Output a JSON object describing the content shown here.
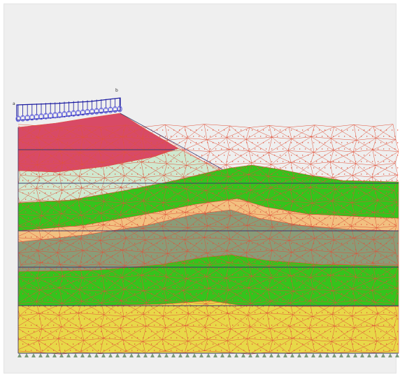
{
  "canvas_title": "",
  "point_labels": {
    "left_crest": "a",
    "right_crest": "b"
  },
  "colors": {
    "canvas_background": "#efefef",
    "load_outline": "#1a1aa0",
    "load_springs": "#6a6ae0",
    "mesh_lines": "#e0523a",
    "layer_boundary": "#3a3a70",
    "fixity_supports": "#7a9a7a",
    "soil_red": "#d84a66",
    "soil_pale": "#cfe8cf",
    "soil_green": "#34c41c",
    "soil_orange": "#f2c080",
    "soil_grey_green": "#8a9c78",
    "soil_yellow": "#e8d848"
  },
  "layers": [
    {
      "name": "soil-red",
      "color_key": "soil_red"
    },
    {
      "name": "soil-pale",
      "color_key": "soil_pale"
    },
    {
      "name": "soil-green-upper",
      "color_key": "soil_green"
    },
    {
      "name": "soil-orange",
      "color_key": "soil_orange"
    },
    {
      "name": "soil-grey-green",
      "color_key": "soil_grey_green"
    },
    {
      "name": "soil-green-lower",
      "color_key": "soil_green"
    },
    {
      "name": "soil-yellow",
      "color_key": "soil_yellow"
    }
  ]
}
